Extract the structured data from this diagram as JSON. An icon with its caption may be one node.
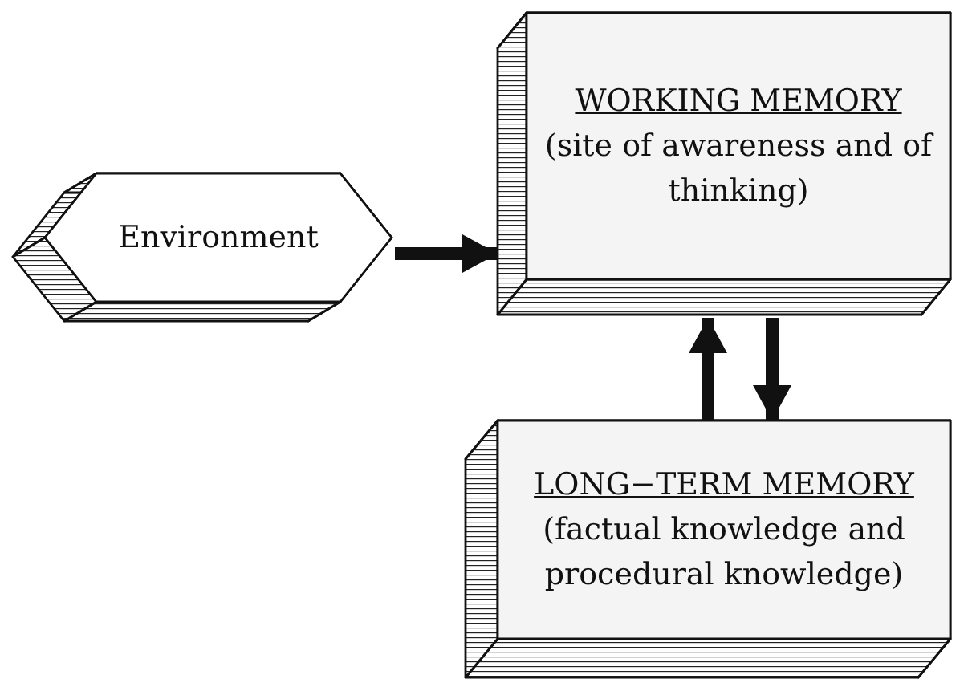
{
  "diagram": {
    "nodes": [
      {
        "text": [
          "Environment"
        ]
      },
      {
        "text": [
          "WORKING MEMORY",
          "(site of awareness and of thinking)"
        ]
      },
      {
        "text": [
          "LONG−TERM MEMORY",
          "(factual knowledge and procedural knowledge)"
        ]
      }
    ],
    "edges": [
      {
        "from": 0,
        "to": 1,
        "arrow": "to"
      },
      {
        "from": 2,
        "to": 1,
        "arrow": "to"
      },
      {
        "from": 1,
        "to": 2,
        "arrow": "to"
      }
    ]
  }
}
